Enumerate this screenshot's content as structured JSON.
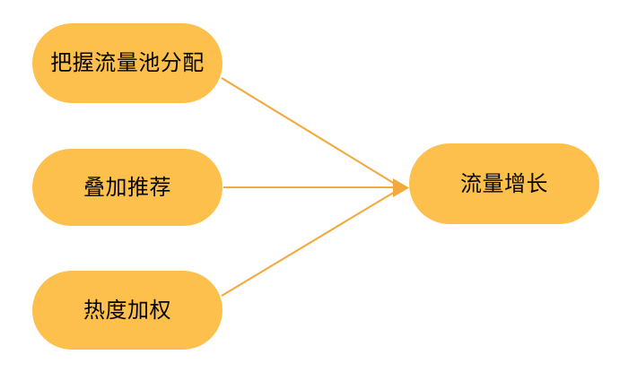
{
  "diagram": {
    "type": "convergence-flow",
    "background_color": "#ffffff",
    "node_fill_color": "#fec04c",
    "node_text_color": "#060606",
    "edge_color": "#f3a93c",
    "nodes": [
      {
        "id": "source-1",
        "label": "把握流量池分配",
        "role": "source"
      },
      {
        "id": "source-2",
        "label": "叠加推荐",
        "role": "source"
      },
      {
        "id": "source-3",
        "label": "热度加权",
        "role": "source"
      },
      {
        "id": "target-1",
        "label": "流量增长",
        "role": "target"
      }
    ],
    "edges": [
      {
        "id": "edge-1",
        "from": "source-1",
        "to": "target-1",
        "arrow": true
      },
      {
        "id": "edge-2",
        "from": "source-2",
        "to": "target-1",
        "arrow": true
      },
      {
        "id": "edge-3",
        "from": "source-3",
        "to": "target-1",
        "arrow": true
      }
    ]
  }
}
